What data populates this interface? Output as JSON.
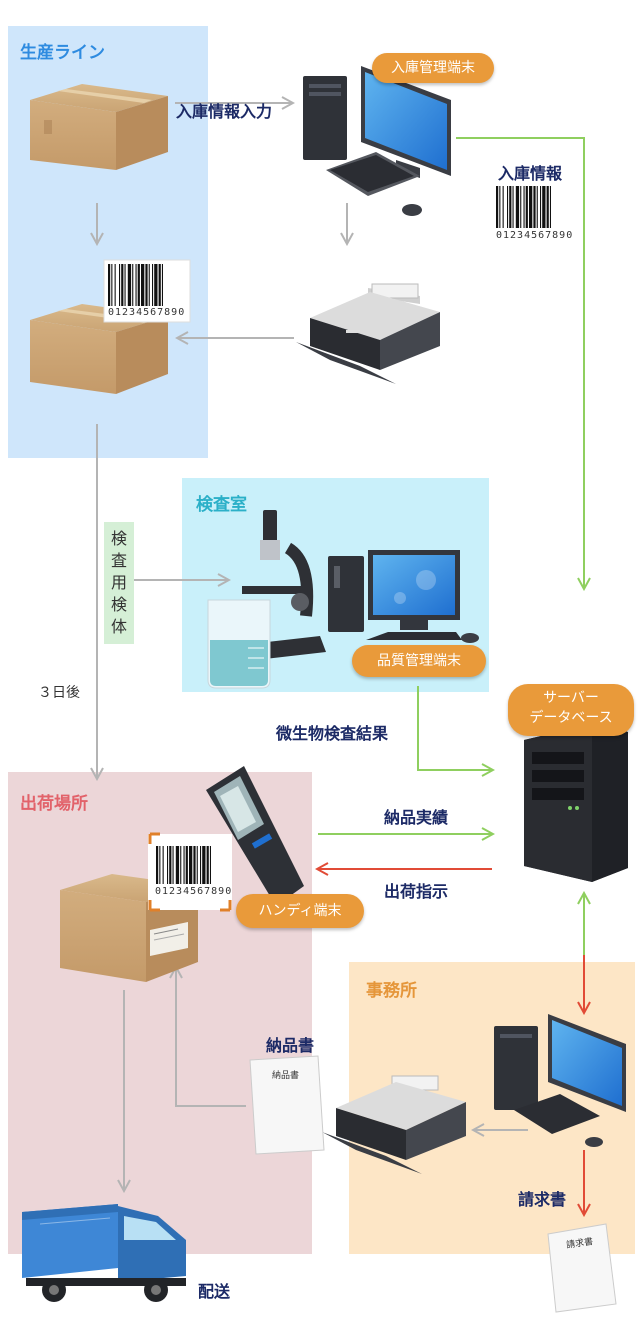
{
  "zones": {
    "production_line": "生産ライン",
    "inspection_room": "検査室",
    "shipping_area": "出荷場所",
    "office": "事務所"
  },
  "labels": {
    "receiving_input": "入庫情報入力",
    "receiving_info": "入庫情報",
    "microbe_result": "微生物検査結果",
    "delivery_record": "納品実績",
    "shipping_instruction": "出荷指示",
    "delivery_slip": "納品書",
    "invoice": "請求書",
    "delivery": "配送",
    "three_days_later": "３日後"
  },
  "sample_box": [
    "検",
    "査",
    "用",
    "検",
    "体"
  ],
  "pills": {
    "receiving_terminal": "入庫管理端末",
    "quality_terminal": "品質管理端末",
    "server_line1": "サーバー",
    "server_line2": "データベース",
    "handy_terminal": "ハンディ端末"
  },
  "barcode_number": "01234567890",
  "paper_text": {
    "delivery_slip": "納品書",
    "invoice": "請求書"
  },
  "colors": {
    "production_zone": "#cfe6fb",
    "inspection_zone": "#c9f0fa",
    "shipping_zone": "#ecd6d8",
    "office_zone": "#fde6c6",
    "green_arrow": "#8fcf5f",
    "red_arrow": "#e14b36",
    "gray_arrow": "#b4b4b4",
    "pill": "#e99a3a",
    "label_navy": "#1c2a66"
  }
}
